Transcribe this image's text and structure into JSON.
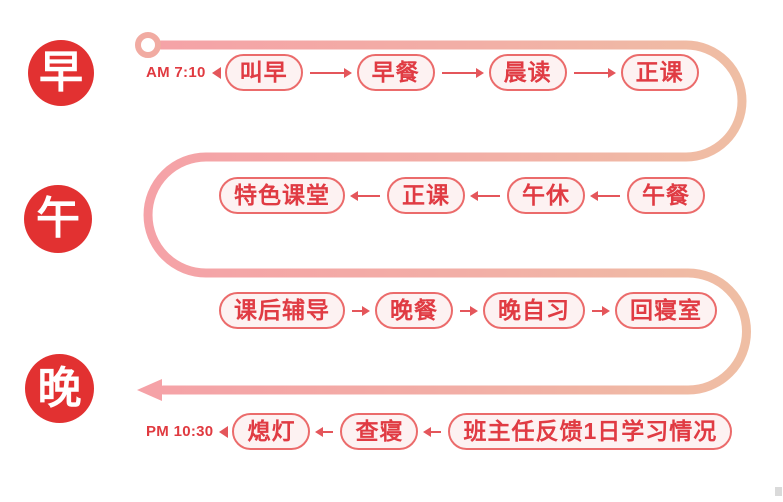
{
  "badges": [
    "早",
    "午",
    "晚"
  ],
  "rows": [
    {
      "time": "AM 7:10",
      "direction": "right",
      "items": [
        "叫早",
        "早餐",
        "晨读",
        "正课"
      ]
    },
    {
      "time": "",
      "direction": "left",
      "items": [
        "特色课堂",
        "正课",
        "午休",
        "午餐"
      ]
    },
    {
      "time": "",
      "direction": "right",
      "items": [
        "课后辅导",
        "晚餐",
        "晚自习",
        "回寝室"
      ]
    },
    {
      "time": "PM 10:30",
      "direction": "left",
      "items": [
        "熄灯",
        "查寝",
        "班主任反馈1日学习情况"
      ]
    }
  ],
  "colors": {
    "badge_red": "#E23131",
    "pill_border": "#EB6B6B",
    "pill_text": "#E03B43",
    "pill_fill": "#FDF2F2",
    "arrow_red": "#E4565B",
    "time_text": "#E03A40",
    "path_pink": "#F5A2A7",
    "path_peach": "#EFBEA4"
  }
}
